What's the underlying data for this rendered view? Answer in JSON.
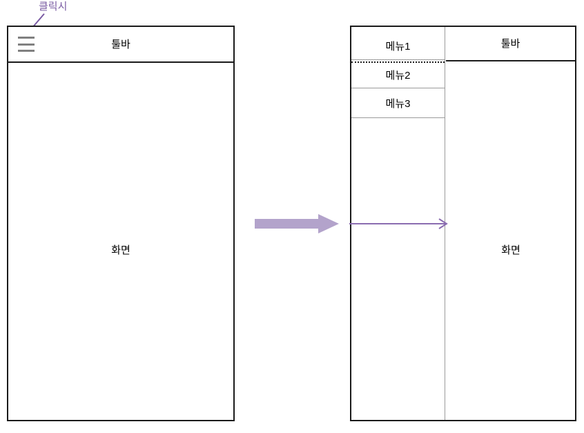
{
  "diagram": {
    "annotation": {
      "click_label": "클릭시",
      "arrow_icon": "diagonal-arrow-down-left-icon",
      "color": "#7a5ba3"
    },
    "transition": {
      "arrow_icon": "block-arrow-right-icon",
      "fill_color": "#b3a3cb"
    },
    "before": {
      "name": "collapsed-state",
      "toolbar": {
        "label": "툴바",
        "menu_icon": "hamburger-menu-icon",
        "icon_color": "#808080"
      },
      "screen": {
        "label": "화면"
      }
    },
    "after": {
      "name": "expanded-state",
      "toolbar": {
        "label": "툴바"
      },
      "screen": {
        "label": "화면"
      },
      "drawer": {
        "arrow_icon": "thin-arrow-right-icon",
        "arrow_color": "#8a6cb0",
        "items": [
          {
            "label": "메뉴1"
          },
          {
            "label": "메뉴2"
          },
          {
            "label": "메뉴3"
          }
        ]
      }
    },
    "colors": {
      "frame_border": "#1a1a1a",
      "separator": "#9a9a9a",
      "text": "#000000"
    }
  }
}
